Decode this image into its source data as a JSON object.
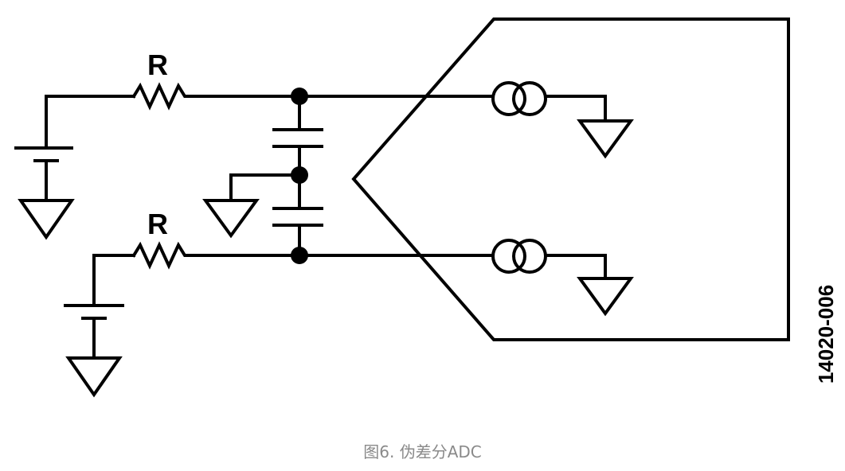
{
  "diagram": {
    "resistor_top_label": "R",
    "resistor_bottom_label": "R",
    "figure_id": "14020-006"
  },
  "caption": "图6. 伪差分ADC"
}
